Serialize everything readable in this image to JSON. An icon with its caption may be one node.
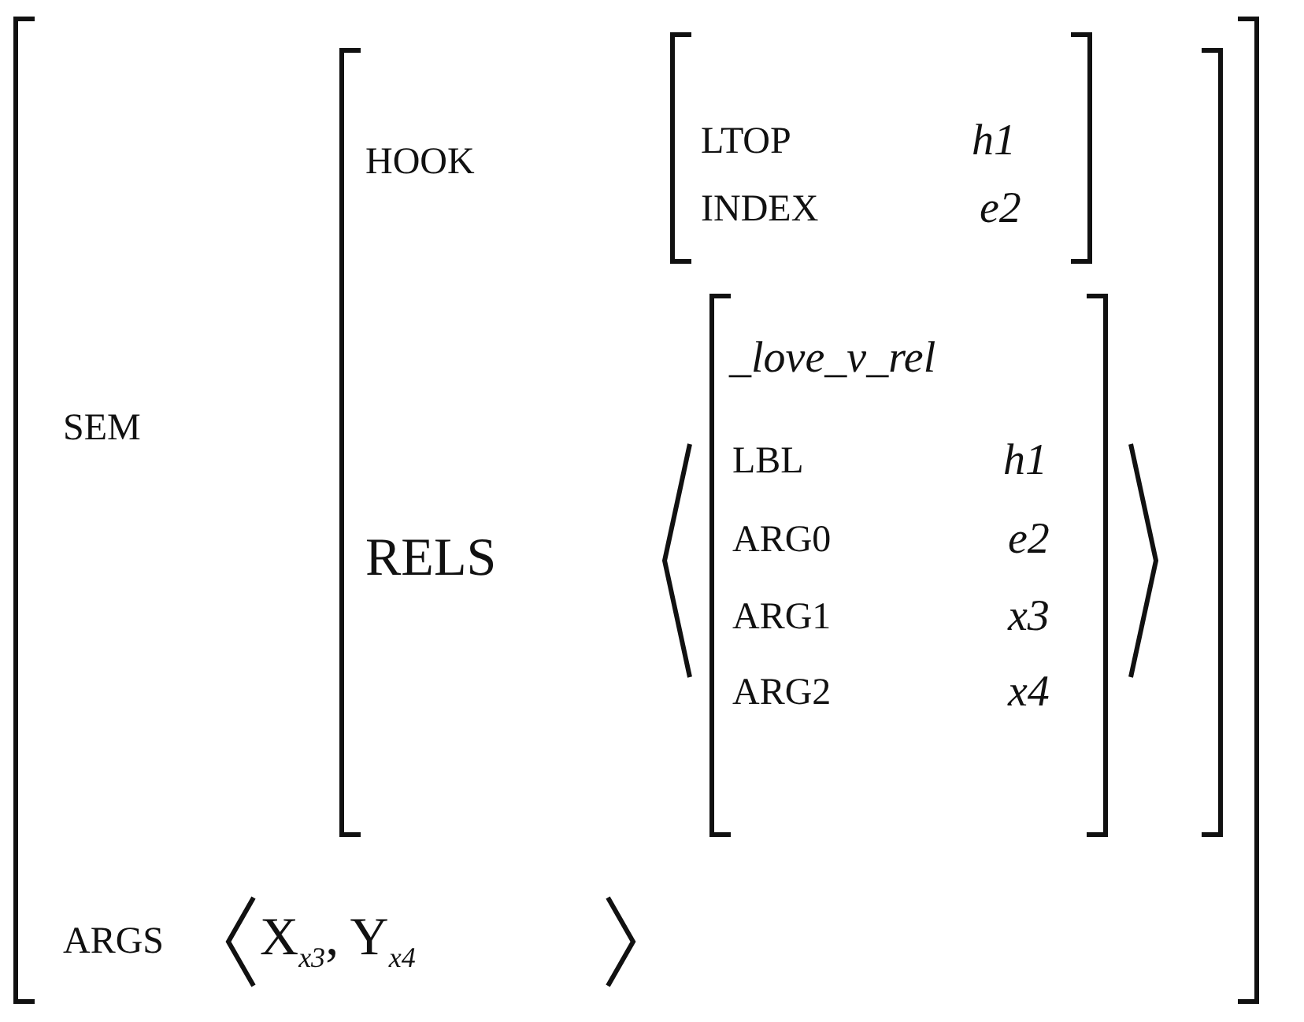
{
  "diagram": {
    "labels": [
      "SEM",
      "HOOK",
      "LTOP",
      "h1",
      "INDEX",
      "e2",
      "RELS",
      "_love_v_rel",
      "LBL",
      "h1",
      "ARG0",
      "e2",
      "ARG1",
      "x3",
      "ARG2",
      "x4",
      "ARGS",
      "X$_{x3}$, Y$_{x4}$"
    ]
  }
}
